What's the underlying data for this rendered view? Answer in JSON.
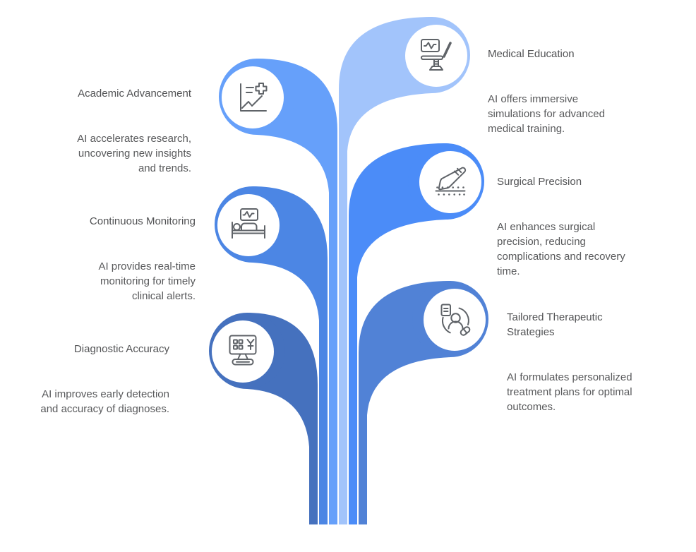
{
  "figure": {
    "background": "#ffffff",
    "text_color": "#58595b",
    "icon_stroke_color": "#5f6368"
  },
  "items": [
    {
      "id": "medical-education",
      "title": "Medical Education",
      "body": "AI offers immersive\nsimulations for advanced\nmedical training.",
      "icon": "exam-chair-icon",
      "color": "#a2c4fb",
      "side": "right"
    },
    {
      "id": "academic-advancement",
      "title": "Academic Advancement",
      "body": "AI accelerates research,\nuncovering new insights\nand trends.",
      "icon": "growth-chart-medical-icon",
      "color": "#66a0fa",
      "side": "left"
    },
    {
      "id": "surgical-precision",
      "title": "Surgical Precision",
      "body": "AI enhances surgical\nprecision, reducing\ncomplications and recovery\ntime.",
      "icon": "scalpel-incision-icon",
      "color": "#4b8cf8",
      "side": "right"
    },
    {
      "id": "continuous-monitoring",
      "title": "Continuous Monitoring",
      "body": "AI provides real-time\nmonitoring for timely\nclinical alerts.",
      "icon": "patient-bed-monitor-icon",
      "color": "#4c86e4",
      "side": "left"
    },
    {
      "id": "tailored-therapeutic-strategies",
      "title": "Tailored Therapeutic\nStrategies",
      "body": "AI formulates personalized\ntreatment plans for optimal\noutcomes.",
      "icon": "personalized-treatment-icon",
      "color": "#5182d6",
      "side": "right"
    },
    {
      "id": "diagnostic-accuracy",
      "title": "Diagnostic Accuracy",
      "body": "AI improves early detection\nand accuracy of diagnoses.",
      "icon": "diagnostic-machine-icon",
      "color": "#4571be",
      "side": "left"
    }
  ]
}
